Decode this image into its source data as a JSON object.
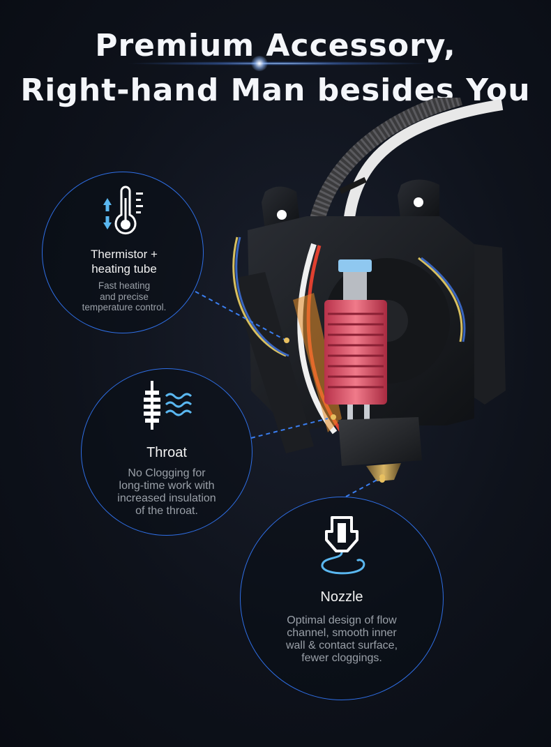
{
  "headline": {
    "line1": "Premium Accessory,",
    "line2": "Right-hand Man besides You"
  },
  "callouts": {
    "thermistor": {
      "title_line1": "Thermistor +",
      "title_line2": "heating tube",
      "desc_line1": "Fast heating",
      "desc_line2": "and precise",
      "desc_line3": "temperature control.",
      "icon": "thermometer-icon"
    },
    "throat": {
      "title": "Throat",
      "desc_line1": "No Clogging for",
      "desc_line2": "long-time work with",
      "desc_line3": "increased insulation",
      "desc_line4": "of the throat.",
      "icon": "throat-heat-icon"
    },
    "nozzle": {
      "title": "Nozzle",
      "desc_line1": "Optimal design of flow",
      "desc_line2": "channel, smooth inner",
      "desc_line3": "wall & contact surface,",
      "desc_line4": "fewer cloggings.",
      "icon": "nozzle-icon"
    }
  },
  "colors": {
    "accent_blue": "#2f6fe6",
    "icon_blue": "#5ab7f0",
    "heatsink_red": "#d9435a"
  }
}
